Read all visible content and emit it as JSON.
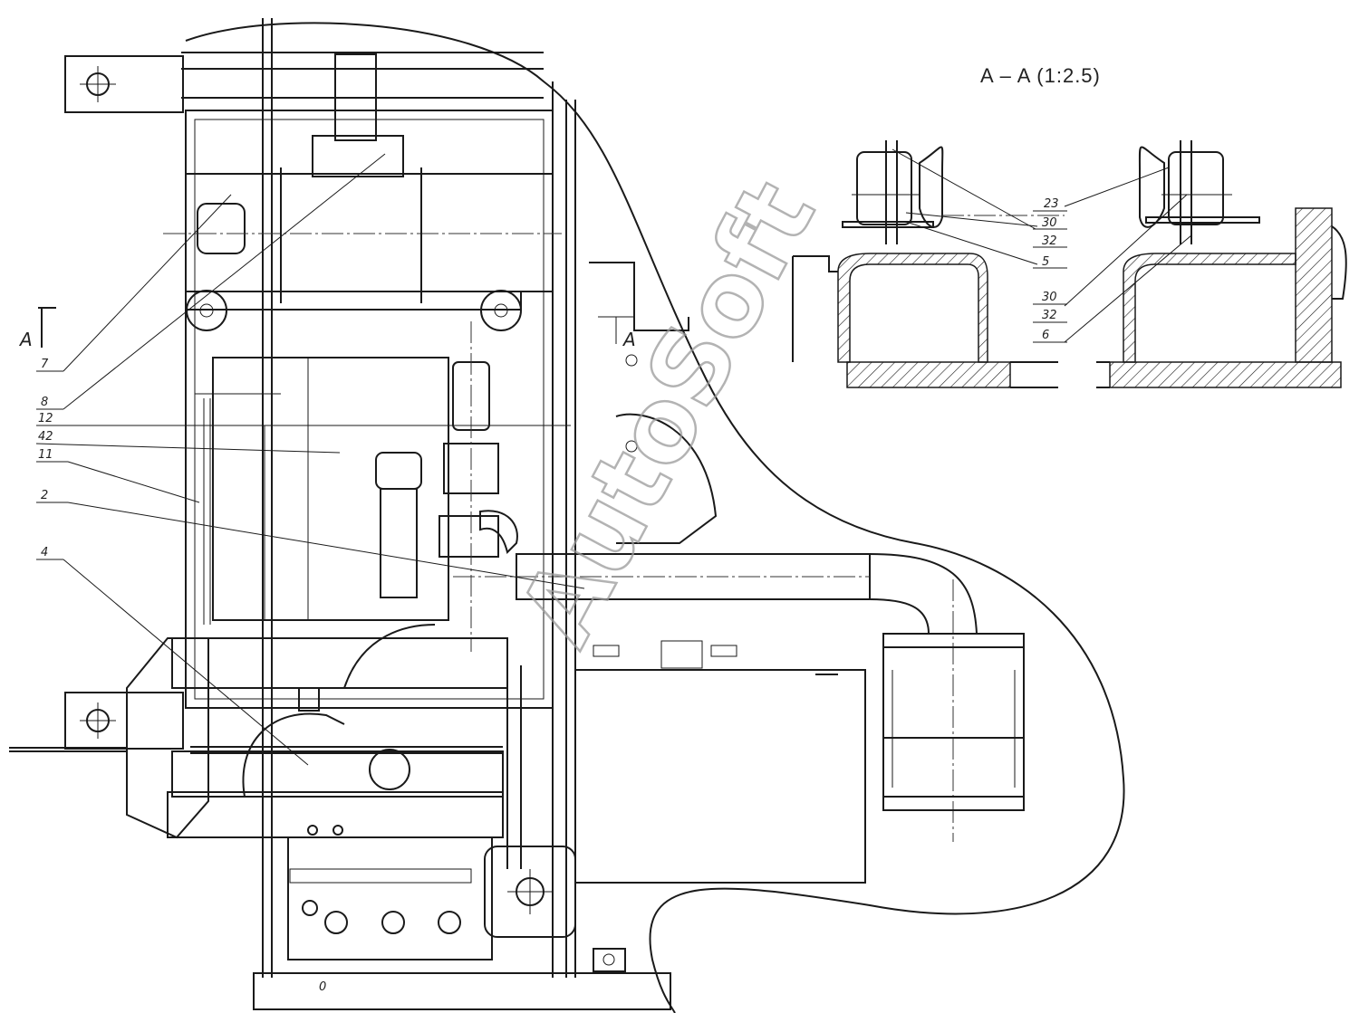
{
  "section_view": {
    "title": "A – A (1:2.5)",
    "callouts": [
      "23",
      "30",
      "32",
      "5",
      "30",
      "32",
      "6"
    ]
  },
  "section_marker": {
    "left_label": "A",
    "right_label": "A"
  },
  "main_callouts": [
    "7",
    "8",
    "12",
    "42",
    "11",
    "2",
    "4"
  ],
  "watermark": "AutoSoft",
  "misc_marks": {
    "bottom_zero": "0"
  }
}
